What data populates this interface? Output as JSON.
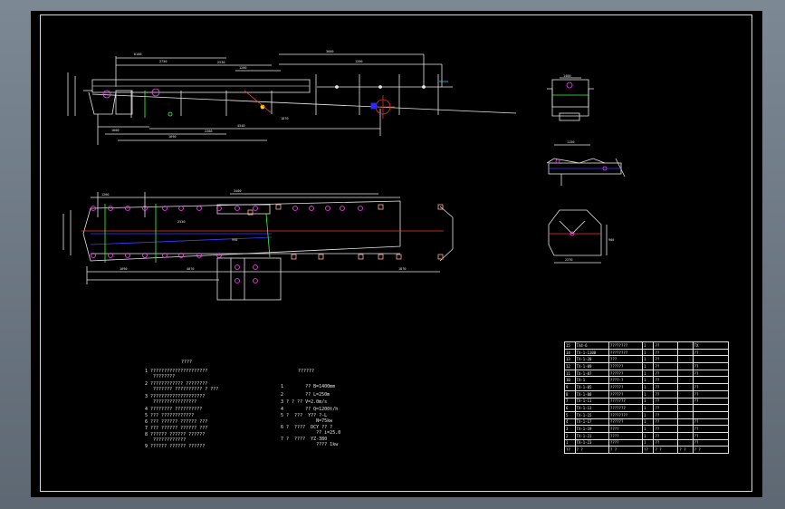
{
  "notes": {
    "title": "????",
    "lines": [
      "1 ?????????????????????",
      "   ????????",
      "2 ???????????? ????????",
      "   ??????? ?????????? ? ???",
      "3 ????????????????????",
      "   ????????????????",
      "4 ???????? ??????????",
      "5 ??? ????????????",
      "6 ??? ?????? ?????? ???",
      "7 ??? ?????? ?????? ???",
      "8 ?????? ?????? ??????",
      "   ????????????",
      "9 ?????? ?????? ??????"
    ]
  },
  "params": {
    "title": "??????",
    "lines": [
      "1        ?? B=1400mm",
      "2        ?? L=250m",
      "3 ? ? ?? V=2.0m/s",
      "4        ?? Q=1200t/h",
      "5 ?  ???  Y?? ?-L",
      "             N=75kw",
      "6 ?  ????  DCY ?? ?",
      "             ?? i=25.0",
      "7 ?  ????  YZ-380",
      "             ???? 1kw"
    ]
  },
  "bom": {
    "rows": [
      [
        "15",
        "TX4-6",
        "????????",
        "1",
        "??",
        "",
        "TX"
      ],
      [
        "14",
        "TX-1-1100",
        "????????",
        "1",
        "??",
        "",
        "??"
      ],
      [
        "13",
        "TX-1-20",
        "???",
        "1",
        "??",
        "",
        ""
      ],
      [
        "12",
        "TX-1-09",
        "??????",
        "1",
        "??",
        "",
        "??"
      ],
      [
        "11",
        "TX-1-07",
        "??????",
        "1",
        "??",
        "",
        "??"
      ],
      [
        "10",
        "TX-1",
        "????-?",
        "1",
        "??",
        "",
        ""
      ],
      [
        "9",
        "TX-1-05",
        "??????",
        "1",
        "??",
        "",
        "??"
      ],
      [
        "8",
        "TX-1-08",
        "??????",
        "1",
        "??",
        "",
        "??"
      ],
      [
        "7",
        "TX-1-11",
        "???????",
        "1",
        "??",
        "",
        "??"
      ],
      [
        "6",
        "TX-1-13",
        "???????",
        "1",
        "??",
        "",
        ""
      ],
      [
        "5",
        "TX-1-15",
        "????????",
        "1",
        "??",
        "",
        ""
      ],
      [
        "4",
        "TX-1-17",
        "??????",
        "1",
        "??",
        "",
        "??"
      ],
      [
        "3",
        "TX-1-19",
        "????",
        "1",
        "??",
        "",
        "??"
      ],
      [
        "2",
        "TX-1-21",
        "????",
        "1",
        "??",
        "",
        "??"
      ],
      [
        "1",
        "TX-1-23",
        "????",
        "1",
        "??",
        "",
        "??"
      ],
      [
        "??",
        "? ?",
        "? ?",
        "??",
        "? ?",
        "? ?",
        "? ?"
      ]
    ]
  },
  "dims": {
    "top": [
      "6160",
      "2750",
      "3600",
      "1200",
      "2530",
      "1200",
      "1600",
      "1690",
      "2280",
      "4540",
      "1870"
    ],
    "plan": [
      "3400",
      "1200",
      "2530",
      "990",
      "1690",
      "4070",
      "1870"
    ],
    "side": [
      "1400",
      "1150",
      "2270",
      "900"
    ]
  }
}
